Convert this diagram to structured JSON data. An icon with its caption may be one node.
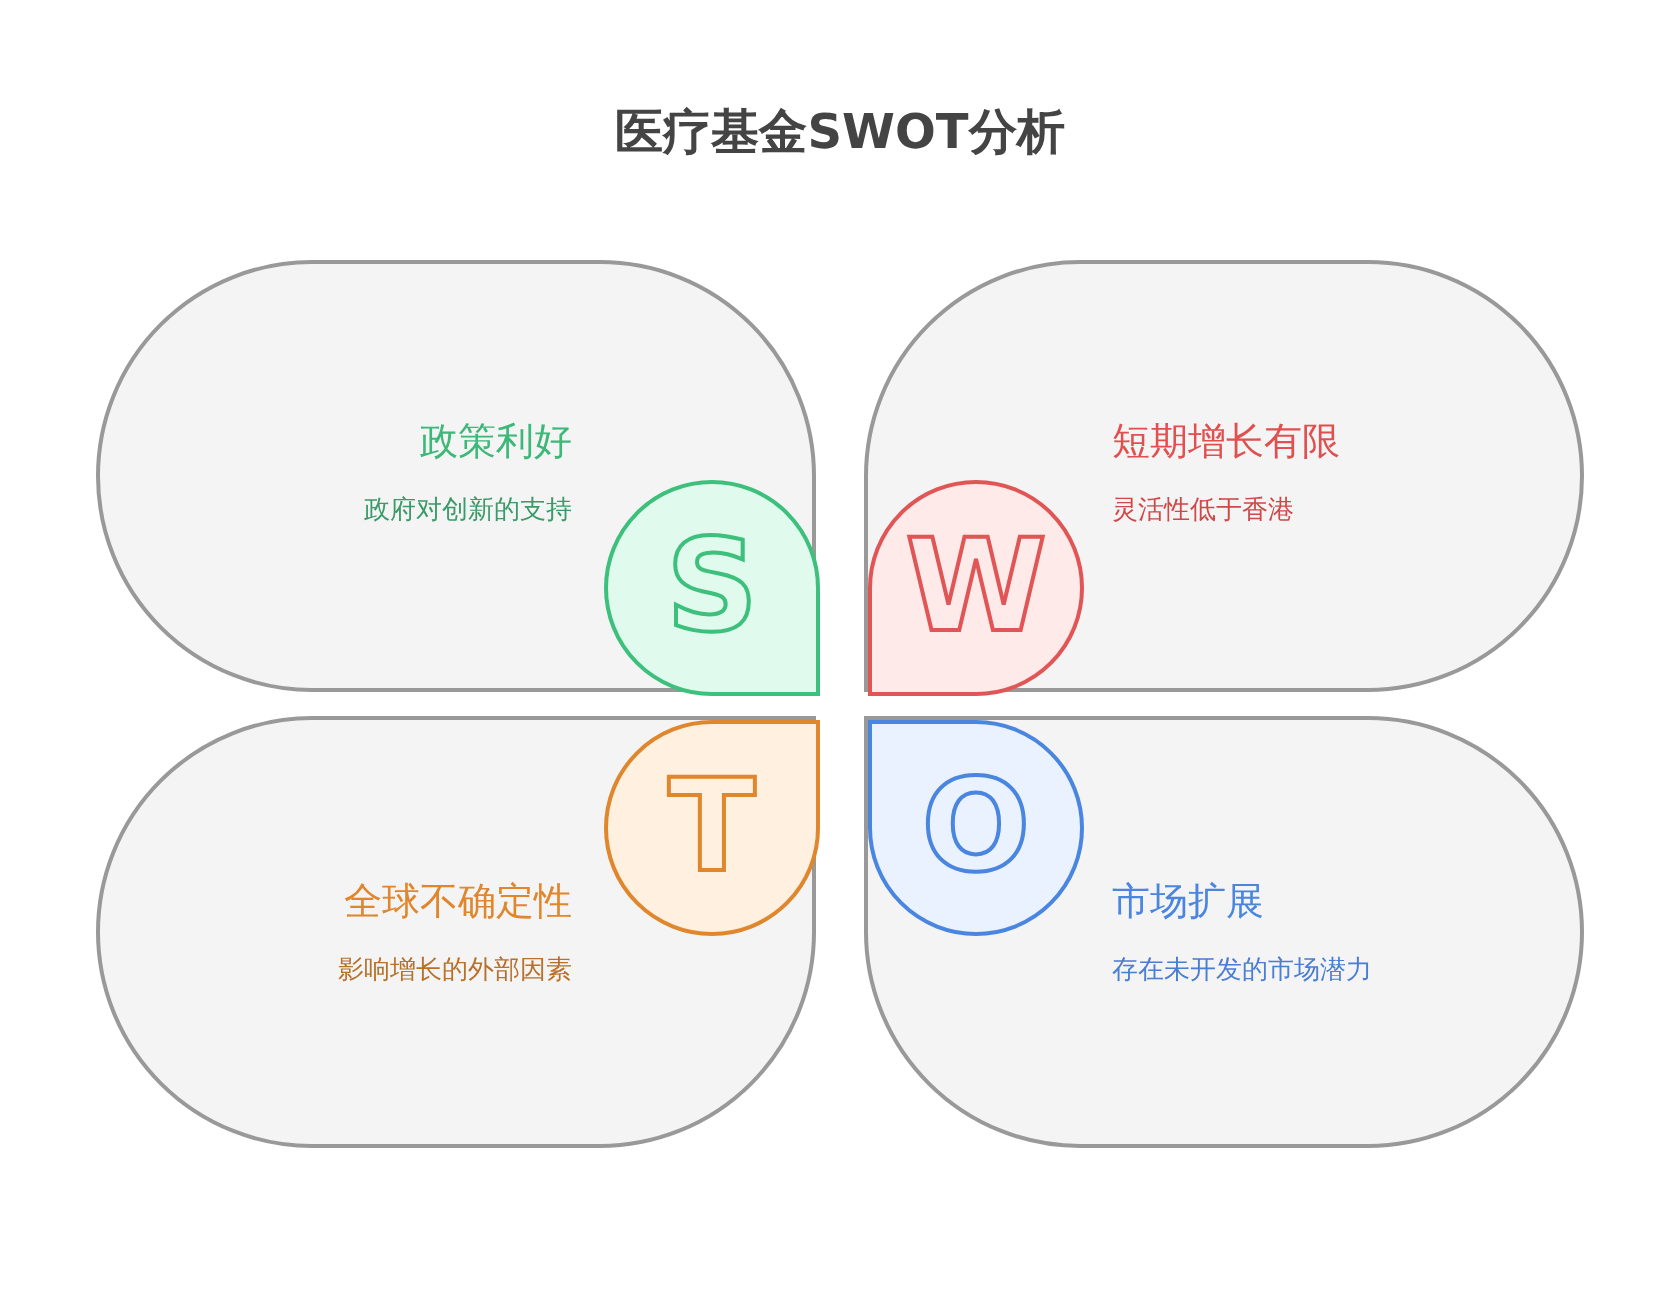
{
  "diagram": {
    "title": "医疗基金SWOT分析",
    "nodes": [
      {
        "text": [
          "政策利好",
          "政府对创新的支持"
        ]
      },
      {
        "text": [
          "S"
        ],
        "in": 0
      },
      {
        "text": [
          "短期增长有限",
          "灵活性低于香港"
        ]
      },
      {
        "text": [
          "W"
        ],
        "in": 2
      },
      {
        "text": [
          "全球不确定性",
          "影响增长的外部因素"
        ]
      },
      {
        "text": [
          "T"
        ],
        "in": 4
      },
      {
        "text": [
          "市场扩展",
          "存在未开发的市场潜力"
        ]
      },
      {
        "text": [
          "O"
        ],
        "in": 6
      }
    ]
  }
}
